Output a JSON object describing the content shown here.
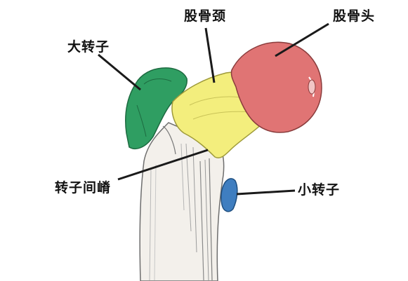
{
  "labels": {
    "greater_trochanter": "大转子",
    "femoral_neck": "股骨颈",
    "femoral_head": "股骨头",
    "intertrochanteric_crest": "转子间嵴",
    "lesser_trochanter": "小转子"
  },
  "colors": {
    "femoral_head": "#e07474",
    "femoral_neck": "#f3ee7d",
    "greater_trochanter": "#2f9e62",
    "lesser_trochanter": "#3f7ec0",
    "bone": "#f4f1ec",
    "line": "#1a1a1a"
  }
}
